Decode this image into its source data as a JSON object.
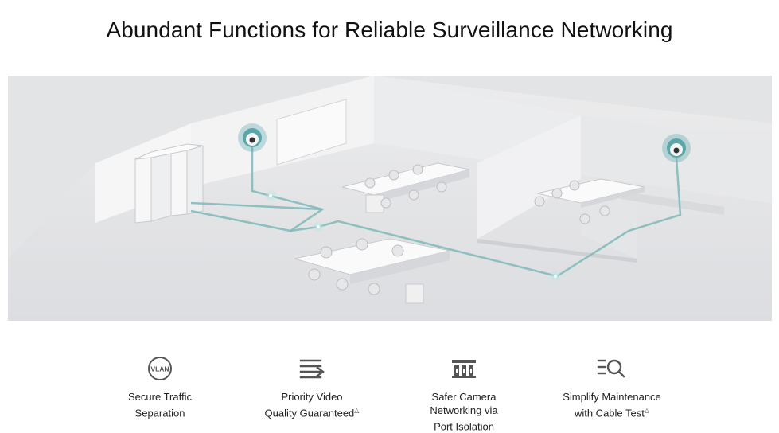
{
  "page": {
    "title": "Abundant Functions for Reliable Surveillance Networking"
  },
  "hero": {
    "accent_color": "#7fb8b8",
    "camera_color": "#5aa6a8"
  },
  "features": [
    {
      "icon": "vlan-icon",
      "icon_text": "VLAN",
      "label_main": "Secure Traffic\nSeparation",
      "label_mark": ""
    },
    {
      "icon": "priority-arrows-icon",
      "icon_text": "",
      "label_main": "Priority Video\nQuality Guaranteed",
      "label_mark": "△"
    },
    {
      "icon": "port-isolation-icon",
      "icon_text": "",
      "label_main": "Safer Camera\nNetworking via\nPort Isolation",
      "label_mark": ""
    },
    {
      "icon": "cable-test-icon",
      "icon_text": "",
      "label_main": "Simplify Maintenance\nwith Cable Test",
      "label_mark": "△"
    }
  ]
}
